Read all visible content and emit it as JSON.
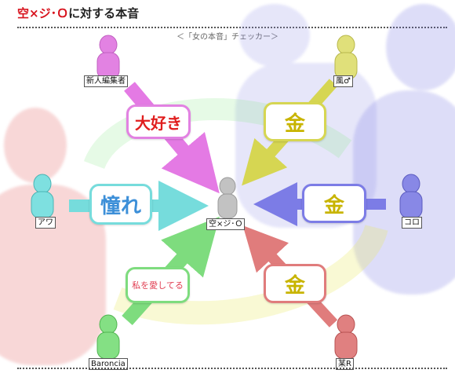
{
  "title": {
    "highlight": "空×ジ･Ｏ",
    "rest": "に対する本音"
  },
  "subtitle": "＜「女の本音」チェッカー＞",
  "center": {
    "name": "空×ジ･Ｏ"
  },
  "people": [
    {
      "id": "top-left",
      "name": "新人編集者",
      "color": "#e282e2",
      "relation": "大好き",
      "relation_color": "#e01e1e"
    },
    {
      "id": "top-right",
      "name": "風♂",
      "color": "#e0e07a",
      "relation": "金",
      "relation_color": "#c8b400"
    },
    {
      "id": "left",
      "name": "アワ",
      "color": "#7ee0e0",
      "relation": "憧れ",
      "relation_color": "#3c8fd8"
    },
    {
      "id": "right",
      "name": "コロ",
      "color": "#8888e6",
      "relation": "金",
      "relation_color": "#c8b400"
    },
    {
      "id": "bottom-left",
      "name": "Baroncia",
      "color": "#84e084",
      "relation": "私を愛してる",
      "relation_color": "#e03c50"
    },
    {
      "id": "bottom-right",
      "name": "某R",
      "color": "#e08080",
      "relation": "金",
      "relation_color": "#c8b400"
    }
  ]
}
